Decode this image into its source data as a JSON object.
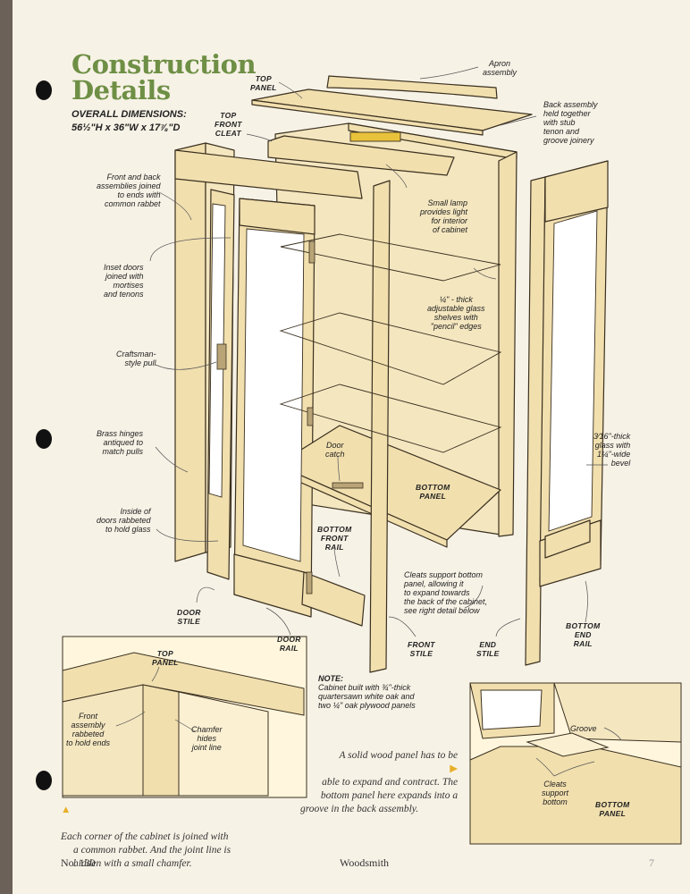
{
  "heading": {
    "line1": "Construction",
    "line2": "Details"
  },
  "dimensions": {
    "label": "OVERALL DIMENSIONS:",
    "value": "56½\"H x 36\"W x 17⅞\"D"
  },
  "callouts": {
    "apron": "Apron\nassembly",
    "top_panel": "TOP\nPANEL",
    "top_front_cleat": "TOP\nFRONT\nCLEAT",
    "back_assembly": "Back assembly\nheld together\nwith stub\ntenon and\ngroove joinery",
    "front_back": "Front and back\nassemblies joined\nto ends with\ncommon rabbet",
    "small_lamp": "Small lamp\nprovides light\nfor interior\nof cabinet",
    "inset_doors": "Inset doors\njoined with\nmortises\nand tenons",
    "glass_shelves": "¼\" - thick\nadjustable glass\nshelves with\n\"pencil\" edges",
    "craftsman_pull": "Craftsman-\nstyle pull",
    "brass_hinges": "Brass hinges\nantiqued to\nmatch pulls",
    "door_catch": "Door\ncatch",
    "glass_bevel": "3⁄16\"-thick\nglass with\n1¼\"-wide\nbevel",
    "inside_doors": "Inside of\ndoors rabbeted\nto hold glass",
    "bottom_panel": "BOTTOM\nPANEL",
    "bottom_front_rail": "BOTTOM\nFRONT\nRAIL",
    "cleats_support": "Cleats support bottom\npanel, allowing it\nto expand towards\nthe back of the cabinet,\nsee right detail below",
    "door_stile": "DOOR\nSTILE",
    "door_rail": "DOOR\nRAIL",
    "front_stile": "FRONT\nSTILE",
    "end_stile": "END\nSTILE",
    "bottom_end_rail": "BOTTOM\nEND\nRAIL"
  },
  "note": {
    "heading": "NOTE:",
    "line1": "Cabinet built with ¾\"-thick",
    "line2": "quartersawn white oak and",
    "line3": "two ¼\" oak plywood panels"
  },
  "left_detail": {
    "top_panel": "TOP\nPANEL",
    "front_assembly": "Front\nassembly\nrabbeted\nto hold ends",
    "chamfer": "Chamfer\nhides\njoint line"
  },
  "left_caption": {
    "line1": "Each corner of the cabinet is joined with",
    "line2": "a common rabbet. And the joint line is",
    "line3": "hidden with a small chamfer."
  },
  "right_caption": {
    "line1": "A solid wood panel has to be",
    "line2": "able to expand and contract. The",
    "line3": "bottom panel here expands into a",
    "line4": "groove in the back assembly."
  },
  "right_detail": {
    "groove": "Groove",
    "cleats": "Cleats\nsupport\nbottom",
    "bottom_panel": "BOTTOM\nPANEL"
  },
  "footer": {
    "issue": "No. 130",
    "magazine": "Woodsmith",
    "page": "7"
  },
  "colors": {
    "wood": "#f1dfae",
    "title_green": "#6e8f45",
    "accent": "#e8b02a",
    "paper": "#f7f2e6"
  }
}
